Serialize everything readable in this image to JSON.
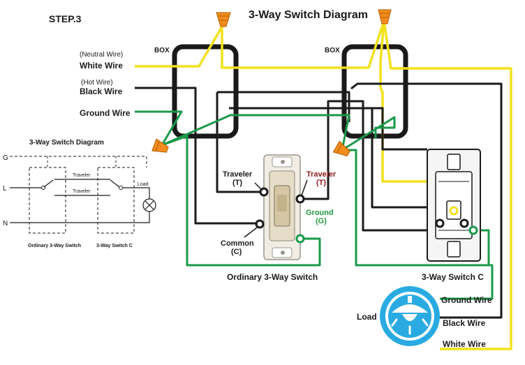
{
  "step_label": "STEP.3",
  "title": "3-Way Switch Diagram",
  "box_labels": [
    "BOX",
    "BOX"
  ],
  "incoming": {
    "neutral_note": "(Neutral Wire)",
    "white_wire": "White Wire",
    "hot_note": "(Hot Wire)",
    "black_wire": "Black Wire",
    "ground_wire": "Ground  Wire"
  },
  "switch_left": {
    "traveler_left": "Traveler",
    "traveler_left_t": "(T)",
    "traveler_right": "Traveler",
    "traveler_right_t": "(T)",
    "ground": "Ground",
    "ground_g": "(G)",
    "common": "Common",
    "common_c": "(C)",
    "caption": "Ordinary 3-Way Switch"
  },
  "switch_right": {
    "caption": "3-Way Switch C"
  },
  "load": {
    "label": "Load",
    "ground_wire": "Ground  Wire",
    "black_wire": "Black  Wire",
    "white_wire": "White Wire"
  },
  "schematic": {
    "title": "3-Way Switch Diagram",
    "line_g": "G",
    "line_l": "L",
    "line_n": "N",
    "traveler_top": "Traveler",
    "traveler_bottom": "Traveler",
    "load": "Load",
    "caption_left": "Ordinary 3-Way Switch",
    "caption_right": "3-Way Switch C"
  },
  "colors": {
    "neutral": "#f2e21c",
    "hot": "#1a1a1a",
    "ground": "#1a9a4a",
    "traveler_red": "#8b1c1c",
    "ground_label": "#1e9a3c",
    "load_blue": "#29abe2",
    "connector": "#f28c1e"
  },
  "icons": [
    "wire-nut-icon",
    "light-bulb-icon",
    "lamp-symbol-icon"
  ]
}
